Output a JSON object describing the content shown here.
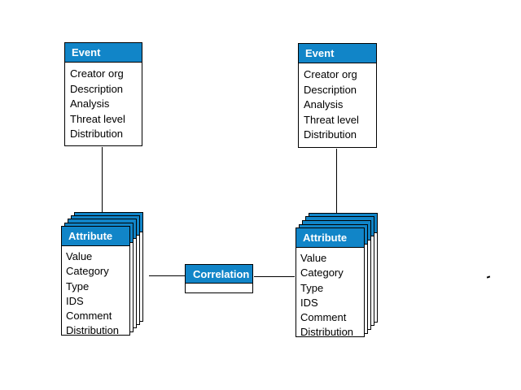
{
  "diagram": {
    "background_color": "#ffffff",
    "header_color": "#1185c8",
    "header_text_color": "#ffffff",
    "border_color": "#000000"
  },
  "entities": {
    "event_left": {
      "title": "Event",
      "fields": [
        "Creator org",
        "Description",
        "Analysis",
        "Threat level",
        "Distribution"
      ]
    },
    "event_right": {
      "title": "Event",
      "fields": [
        "Creator org",
        "Description",
        "Analysis",
        "Threat level",
        "Distribution"
      ]
    },
    "attribute_left": {
      "title": "Attribute",
      "stack_count": 5,
      "fields": [
        "Value",
        "Category",
        "Type",
        "IDS",
        "Comment",
        "Distribution"
      ]
    },
    "attribute_right": {
      "title": "Attribute",
      "stack_count": 5,
      "fields": [
        "Value",
        "Category",
        "Type",
        "IDS",
        "Comment",
        "Distribution"
      ]
    },
    "correlation": {
      "title": "Correlation"
    }
  }
}
